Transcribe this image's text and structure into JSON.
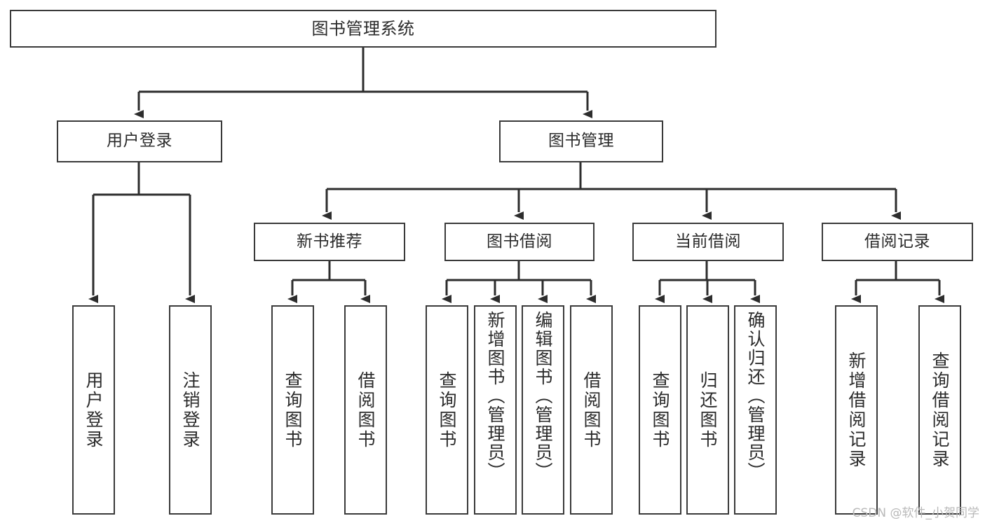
{
  "diagram": {
    "title": "图书管理系统",
    "type": "tree",
    "watermark": "CSDN @软件_小贺同学"
  },
  "nodes": {
    "root": {
      "label": "图书管理系统"
    },
    "tier2": [
      {
        "label": "用户登录"
      },
      {
        "label": "图书管理"
      }
    ],
    "tier3": [
      {
        "label": "新书推荐"
      },
      {
        "label": "图书借阅"
      },
      {
        "label": "当前借阅"
      },
      {
        "label": "借阅记录"
      }
    ],
    "leaves": {
      "user_login": [
        {
          "label": "用户登录"
        },
        {
          "label": "注销登录"
        }
      ],
      "new_book_recommend": [
        {
          "label": "查询图书"
        },
        {
          "label": "借阅图书"
        }
      ],
      "book_borrow": [
        {
          "label": "查询图书"
        },
        {
          "label": "新增图书（管理员）"
        },
        {
          "label": "编辑图书（管理员）"
        },
        {
          "label": "借阅图书"
        }
      ],
      "current_borrow": [
        {
          "label": "查询图书"
        },
        {
          "label": "归还图书"
        },
        {
          "label": "确认归还（管理员）"
        }
      ],
      "borrow_record": [
        {
          "label": "新增借阅记录"
        },
        {
          "label": "查询借阅记录"
        }
      ]
    }
  },
  "colors": {
    "border": "#3a3a3a",
    "line": "#2d2d2d",
    "text": "#2b2b2b",
    "background": "#ffffff",
    "watermark": "#b9b9b9"
  }
}
